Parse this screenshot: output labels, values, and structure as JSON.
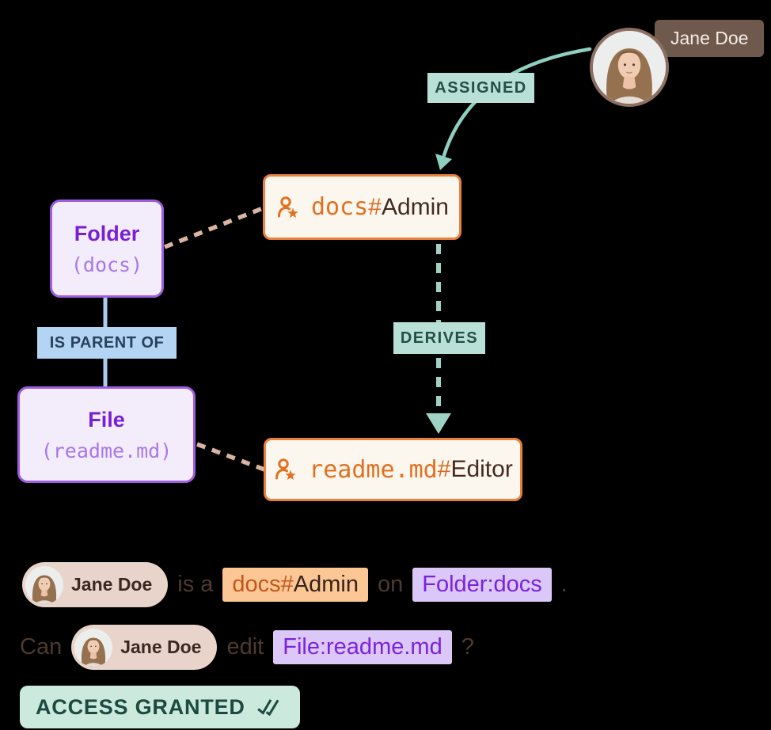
{
  "user": {
    "name": "Jane Doe"
  },
  "diagram": {
    "assigned_label": "ASSIGNED",
    "derives_label": "DERIVES",
    "is_parent_of_label": "IS PARENT OF",
    "admin_node": {
      "object": "docs",
      "hash": "#",
      "relation": "Admin"
    },
    "editor_node": {
      "object": "readme.md",
      "hash": "#",
      "relation": "Editor"
    },
    "folder_node": {
      "title": "Folder",
      "id": "(docs)"
    },
    "file_node": {
      "title": "File",
      "id": "(readme.md)"
    }
  },
  "sentence1": {
    "user": "Jane Doe",
    "verb": "is a",
    "relation_object": "docs#",
    "relation_name": "Admin",
    "preposition": "on",
    "target": "Folder:docs",
    "punctuation": "."
  },
  "sentence2": {
    "question_word": "Can",
    "user": "Jane Doe",
    "verb": "edit",
    "target": "File:readme.md",
    "punctuation": "?"
  },
  "result": {
    "label": "ACCESS GRANTED"
  },
  "icons": {
    "user_role": "person-with-star",
    "result_check": "double-checkmark"
  },
  "colors": {
    "accent_teal": "#8fcfbf",
    "teal_label_bg": "#b9e0d6",
    "teal_label_text": "#234f46",
    "orange_accent": "#e8813c",
    "orange_text": "#e2701f",
    "dark_brown_text": "#44291f",
    "purple_accent": "#9e5ce0",
    "purple_heading": "#7a1ed6",
    "purple_mono": "#a977e8",
    "blue_label_bg": "#b3d4f2",
    "blue_label_text": "#27425e",
    "tan_connector": "#d9b4a3",
    "name_tag_bg": "#6f594c",
    "pill_bg": "#e8d4ca",
    "orange_highlight_bg": "#fcc795",
    "purple_highlight_bg": "#dcc8f8",
    "granted_bg": "#cbe9dd"
  }
}
